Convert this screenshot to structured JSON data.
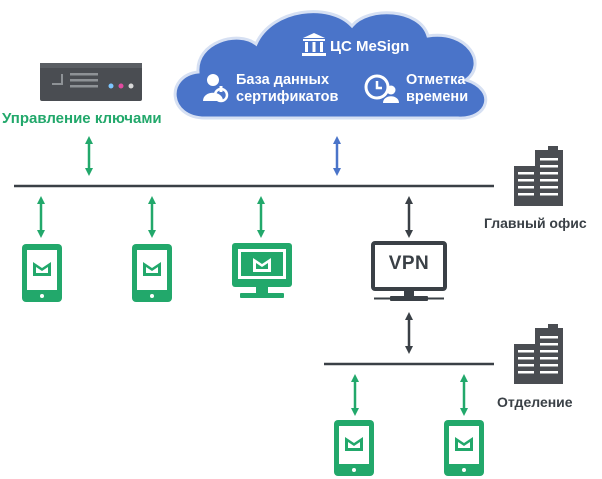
{
  "cloud": {
    "title": "ЦС MeSign",
    "cert_db_line1": "База данных",
    "cert_db_line2": "сертификатов",
    "timestamp_line1": "Отметка",
    "timestamp_line2": "времени"
  },
  "labels": {
    "key_management": "Управление ключами",
    "head_office": "Главный офис",
    "branch": "Отделение",
    "vpn": "VPN"
  },
  "colors": {
    "cloud": "#4a74c9",
    "green": "#22a86b",
    "dark": "#3a4046",
    "blue_arrow": "#4a74c9"
  },
  "icons": [
    "server-icon",
    "bank-icon",
    "key-person-icon",
    "clock-person-icon",
    "building-icon",
    "tablet-icon",
    "monitor-icon",
    "vpn-monitor-icon"
  ]
}
